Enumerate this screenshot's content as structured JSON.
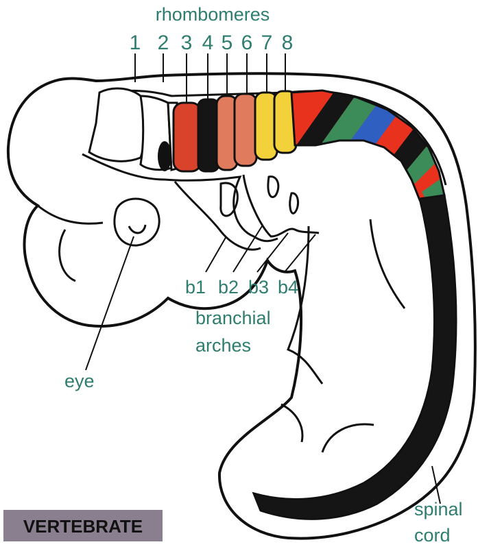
{
  "title": "rhombomeres",
  "rhombomere_numbers": [
    "1",
    "2",
    "3",
    "4",
    "5",
    "6",
    "7",
    "8"
  ],
  "labels": {
    "b1": "b1",
    "b2": "b2",
    "b3": "b3",
    "b4": "b4",
    "branchial_line1": "branchial",
    "branchial_line2": "arches",
    "eye": "eye",
    "spinal_line1": "spinal",
    "spinal_line2": "cord"
  },
  "badge": "VERTEBRATE",
  "colors": {
    "label_text": "#2e7d6e",
    "outline": "#111111",
    "r3": "#d9432b",
    "r4": "#151515",
    "r5": "#e07b5d",
    "r6": "#e07b5d",
    "r7": "#f2d13a",
    "r8": "#f2d13a",
    "stripe_red": "#e8321e",
    "stripe_green": "#3c8c5a",
    "stripe_blue": "#2f5fc0",
    "stripe_black": "#151515",
    "badge_bg": "#8a7f8e"
  }
}
